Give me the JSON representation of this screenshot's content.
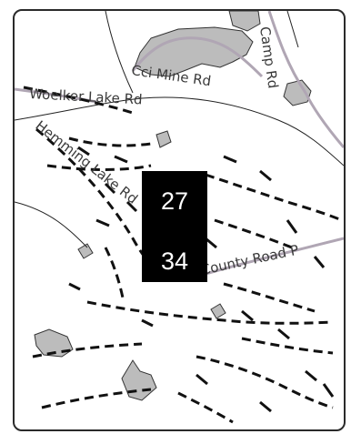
{
  "map": {
    "road_labels": [
      {
        "id": "cci-mine-rd",
        "text": "Cci Mine Rd"
      },
      {
        "id": "camp-rd",
        "text": "Camp Rd"
      },
      {
        "id": "woelker-lake-rd",
        "text": "Woelker Lake Rd"
      },
      {
        "id": "hemming-lake-rd",
        "text": "Hemming Lake Rd"
      },
      {
        "id": "county-road",
        "text": "County Road P"
      }
    ],
    "highway_badge": {
      "top_number": "27",
      "bottom_number": "34"
    },
    "colors": {
      "water": "#bcbcbc",
      "road_outline": "#b0a6b4",
      "highway": "#111111",
      "badge": "#000000",
      "background": "#ffffff",
      "frame": "#2a2a2a"
    }
  }
}
